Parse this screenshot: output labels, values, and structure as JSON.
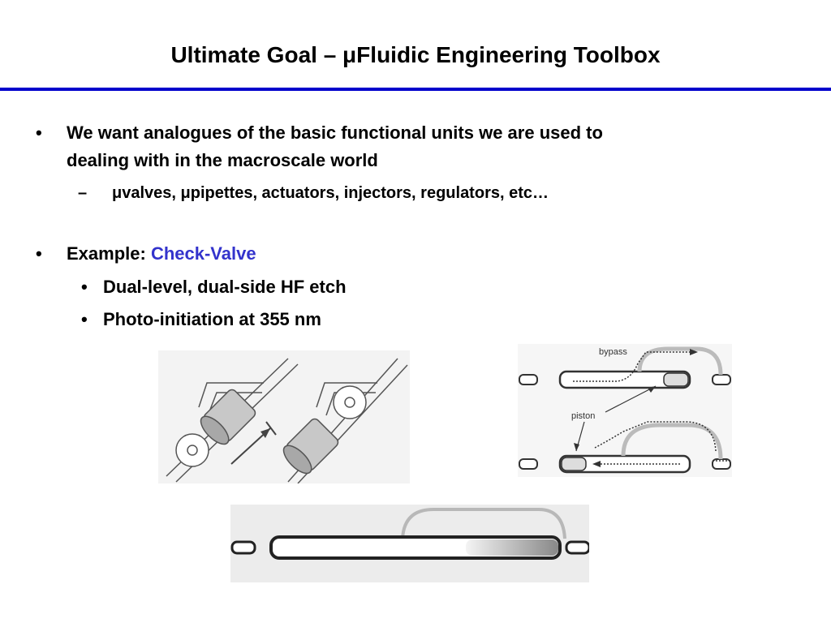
{
  "slide": {
    "title": "Ultimate Goal – μFluidic Engineering Toolbox",
    "bullet1_line1": "We want analogues of the basic functional units we are used to",
    "bullet1_line2": "dealing with in the macroscale world",
    "sub1": "μvalves, μpipettes, actuators, injectors, regulators, etc…",
    "bullet2_prefix": "Example:",
    "bullet2_highlight": "Check-Valve",
    "sub2a": "Dual-level, dual-side HF etch",
    "sub2b": "Photo-initiation at 355 nm",
    "bullet_char": "•",
    "dash_char": "–"
  },
  "figures": {
    "label_bypass": "bypass",
    "label_piston": "piston"
  },
  "colors": {
    "accent": "#3333cc",
    "rule": "#0000cc"
  }
}
